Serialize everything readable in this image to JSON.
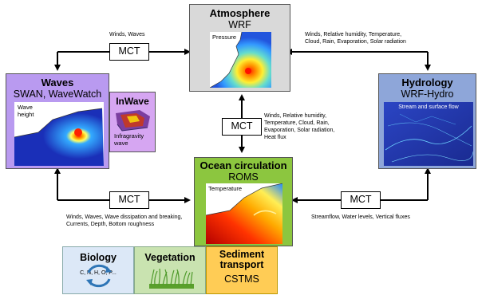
{
  "atmosphere": {
    "title": "Atmosphere",
    "model": "WRF",
    "panel_label": "Pressure"
  },
  "waves": {
    "title": "Waves",
    "model": "SWAN, WaveWatch",
    "panel_label": "Wave height"
  },
  "inwave": {
    "title": "InWave",
    "panel_label": "Infragravity wave"
  },
  "hydrology": {
    "title": "Hydrology",
    "model": "WRF-Hydro",
    "panel_label": "Stream and surface flow"
  },
  "ocean": {
    "title": "Ocean circulation",
    "model": "ROMS",
    "panel_label": "Temperature"
  },
  "biology": {
    "title": "Biology",
    "elements": "C, N, H, O, P..."
  },
  "vegetation": {
    "title": "Vegetation"
  },
  "sediment": {
    "title": "Sediment transport",
    "model": "CSTMS"
  },
  "couplers": {
    "top_left": "MCT",
    "center": "MCT",
    "bottom_left": "MCT",
    "bottom_right": "MCT"
  },
  "labels": {
    "winds_waves": "Winds, Waves",
    "atm_hydro_1": "Winds, Relative humidity, Temperature,",
    "atm_hydro_2": "Cloud, Rain, Evaporation, Solar radiation",
    "atm_ocean_1": "Winds, Relative humidity,",
    "atm_ocean_2": "Temperature, Cloud, Rain,",
    "atm_ocean_3": "Evaporation, Solar radiation,",
    "atm_ocean_4": "Heat flux",
    "waves_ocean_1": "Winds, Waves, Wave dissipation and breaking,",
    "waves_ocean_2": "Currents, Depth, Bottom roughness",
    "hydro_ocean": "Streamflow, Water levels, Vertical fluxes"
  },
  "colors": {
    "atmosphere_bg": "#d9d9d9",
    "waves_bg": "#b99af0",
    "hydrology_bg": "#8ea6d9",
    "ocean_bg": "#8cc63f",
    "biology_bg": "#dce8f7",
    "vegetation_bg": "#c9e3b0",
    "sediment_bg": "#ffcc55"
  }
}
